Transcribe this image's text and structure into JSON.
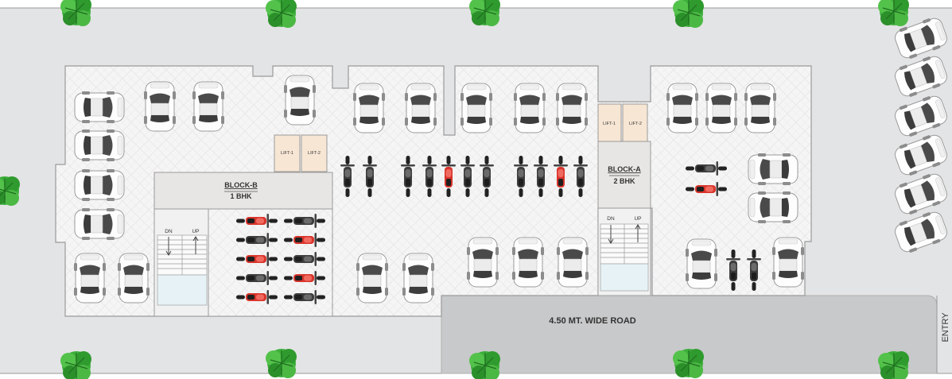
{
  "block_b": {
    "name": "BLOCK-B",
    "type": "1 BHK"
  },
  "block_a": {
    "name": "BLOCK-A",
    "type": "2 BHK"
  },
  "lift_1": "LIFT-1",
  "lift_2": "LIFT-2",
  "stair_down": "DN",
  "stair_up": "UP",
  "road_label": "4.50 MT. WIDE ROAD",
  "entry_label": "ENTRY",
  "colors": {
    "ground": "#e3e4e5",
    "floor": "#f4f4f4",
    "road": "#c8c9ca",
    "core": "#e8e6e4",
    "lift": "#f7e6d4",
    "stair_glass": "#e6f2f6",
    "tree": "#3cae3a",
    "bike_accent": "#d9342b"
  },
  "icons": {
    "car": "car-top-view-icon",
    "bike": "motorbike-top-view-icon",
    "tree": "tree-icon",
    "stair_arrow": "stair-arrow-icon"
  }
}
